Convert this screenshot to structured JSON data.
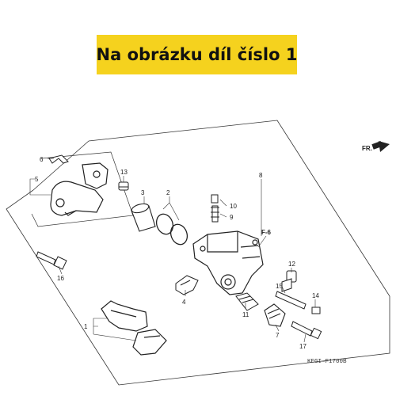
{
  "banner": {
    "text": "Na obrázku díl číslo 1"
  },
  "diagram": {
    "direction_label": "FR.",
    "ref_label": "F-6",
    "drawing_code": "KFGI–F1700B",
    "callouts": [
      "1",
      "2",
      "3",
      "4",
      "5",
      "6",
      "7",
      "8",
      "9",
      "10",
      "11",
      "12",
      "13",
      "14",
      "15",
      "16",
      "17"
    ]
  }
}
